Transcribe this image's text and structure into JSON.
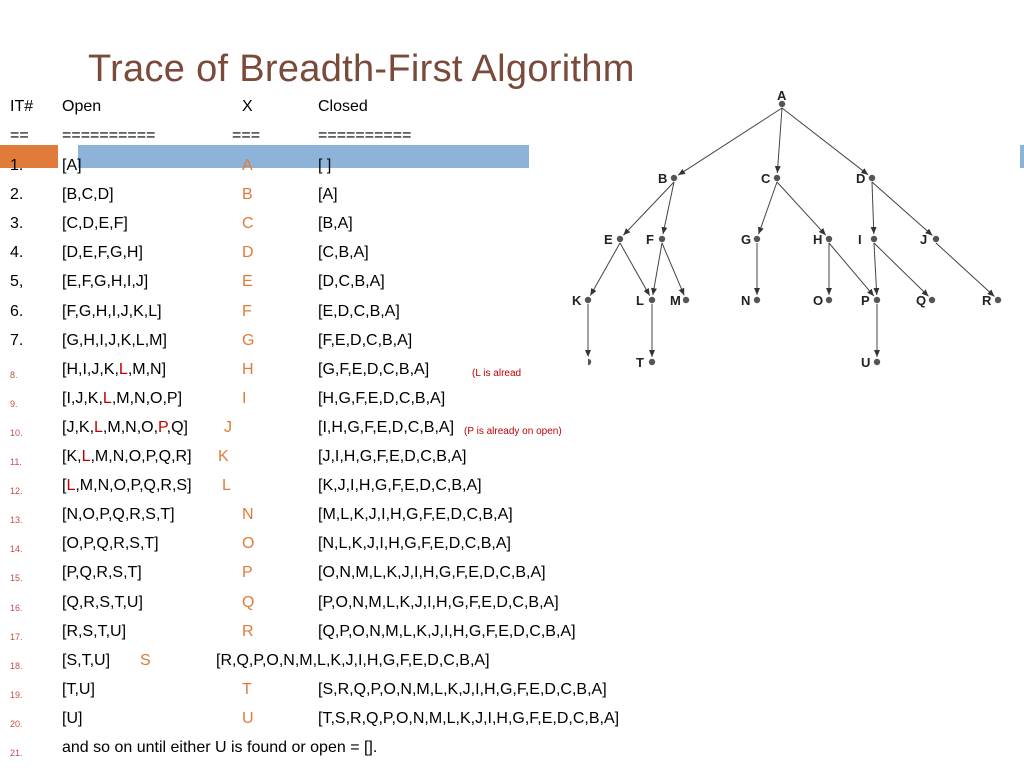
{
  "title": "Trace of Breadth-First Algorithm",
  "headers": {
    "it": "IT#",
    "open": "Open",
    "x": "X",
    "closed": "Closed"
  },
  "separators": {
    "it": "==",
    "open": "==========",
    "x": "===",
    "closed": "=========="
  },
  "rows": [
    {
      "it": "1.",
      "open": "[A]",
      "x": "A",
      "closed": "[ ]"
    },
    {
      "it": "2.",
      "open": "[B,C,D]",
      "x": "B",
      "closed": "[A]"
    },
    {
      "it": "3.",
      "open": "[C,D,E,F]",
      "x": "C",
      "closed": "[B,A]"
    },
    {
      "it": "4.",
      "open": "[D,E,F,G,H]",
      "x": "D",
      "closed": "[C,B,A]"
    },
    {
      "it": "5,",
      "open": "[E,F,G,H,I,J]",
      "x": "E",
      "closed": "[D,C,B,A]"
    },
    {
      "it": "6.",
      "open": "[F,G,H,I,J,K,L]",
      "x": "F",
      "closed": "[E,D,C,B,A]"
    },
    {
      "it": "7.",
      "open": "[G,H,I,J,K,L,M]",
      "x": "G",
      "closed": "[F,E,D,C,B,A]"
    },
    {
      "it": "8.",
      "open": "[H,I,J,K,|L|,M,N]",
      "x": "H",
      "closed": "[G,F,E,D,C,B,A]",
      "note": "(L is alread"
    },
    {
      "it": "9.",
      "open": "[I,J,K,|L|,M,N,O,P]",
      "x": "I",
      "closed": "[H,G,F,E,D,C,B,A]"
    },
    {
      "it": "10.",
      "open": "[J,K,|L|,M,N,O,|P|,Q]",
      "x": "J",
      "closed": "[I,H,G,F,E,D,C,B,A]",
      "note": "(P is already on open)"
    },
    {
      "it": "11.",
      "open": "[K,|L|,M,N,O,P,Q,R]",
      "x": "K",
      "closed": "[J,I,H,G,F,E,D,C,B,A]"
    },
    {
      "it": "12.",
      "open": "[|L|,M,N,O,P,Q,R,S]",
      "x": "L",
      "closed": "[K,J,I,H,G,F,E,D,C,B,A]"
    },
    {
      "it": "13.",
      "open": "[N,O,P,Q,R,S,T]",
      "x": "N",
      "closed": "[M,L,K,J,I,H,G,F,E,D,C,B,A]"
    },
    {
      "it": "14.",
      "open": "[O,P,Q,R,S,T]",
      "x": "O",
      "closed": "[N,L,K,J,I,H,G,F,E,D,C,B,A]"
    },
    {
      "it": "15.",
      "open": "[P,Q,R,S,T]",
      "x": "P",
      "closed": "[O,N,M,L,K,J,I,H,G,F,E,D,C,B,A]"
    },
    {
      "it": "16.",
      "open": "[Q,R,S,T,U]",
      "x": "Q",
      "closed": "[P,O,N,M,L,K,J,I,H,G,F,E,D,C,B,A]"
    },
    {
      "it": "17.",
      "open": "[R,S,T,U]",
      "x": "R",
      "closed": "[Q,P,O,N,M,L,K,J,I,H,G,F,E,D,C,B,A]"
    },
    {
      "it": "18.",
      "open": "[S,T,U]",
      "x": "S",
      "closed": "[R,Q,P,O,N,M,L,K,J,I,H,G,F,E,D,C,B,A]"
    },
    {
      "it": "19.",
      "open": "[T,U]",
      "x": "T",
      "closed": "[S,R,Q,P,O,N,M,L,K,J,I,H,G,F,E,D,C,B,A]"
    },
    {
      "it": "20.",
      "open": "[U]",
      "x": "U",
      "closed": "[T,S,R,Q,P,O,N,M,L,K,J,I,H,G,F,E,D,C,B,A]"
    }
  ],
  "final": {
    "it": "21.",
    "text": "and so on until either U is found or open = []."
  },
  "tree": {
    "nodes": [
      "A",
      "B",
      "C",
      "D",
      "E",
      "F",
      "G",
      "H",
      "I",
      "J",
      "K",
      "L",
      "M",
      "N",
      "O",
      "P",
      "Q",
      "R",
      "S",
      "T",
      "U"
    ],
    "edges": [
      [
        "A",
        "B"
      ],
      [
        "A",
        "C"
      ],
      [
        "A",
        "D"
      ],
      [
        "B",
        "E"
      ],
      [
        "B",
        "F"
      ],
      [
        "C",
        "G"
      ],
      [
        "C",
        "H"
      ],
      [
        "D",
        "I"
      ],
      [
        "D",
        "J"
      ],
      [
        "E",
        "K"
      ],
      [
        "E",
        "L"
      ],
      [
        "F",
        "L"
      ],
      [
        "F",
        "M"
      ],
      [
        "G",
        "N"
      ],
      [
        "H",
        "O"
      ],
      [
        "H",
        "P"
      ],
      [
        "I",
        "P"
      ],
      [
        "I",
        "Q"
      ],
      [
        "J",
        "R"
      ],
      [
        "K",
        "S"
      ],
      [
        "L",
        "T"
      ],
      [
        "P",
        "U"
      ]
    ]
  }
}
